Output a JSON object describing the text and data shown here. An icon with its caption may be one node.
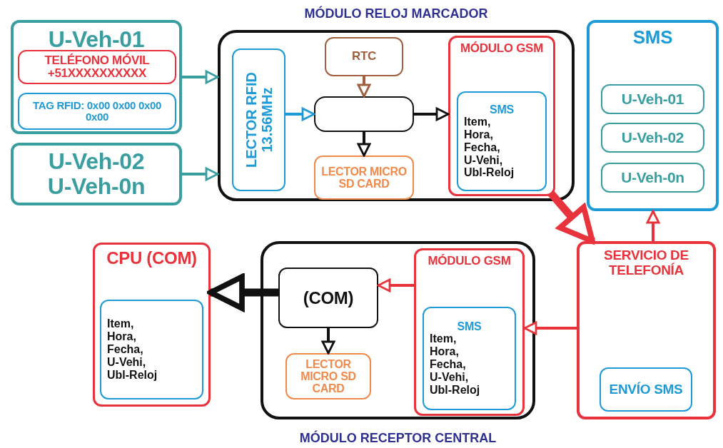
{
  "diagram": {
    "nodes": [
      {
        "text": [
          "U-Veh-01"
        ]
      },
      {
        "text": [
          "TELÉFONO MÓVIL +51XXXXXXXXXX"
        ],
        "in": 0
      },
      {
        "text": [
          "TAG RFID: 0x00 0x00 0x00 0x00"
        ],
        "in": 0
      },
      {
        "text": [
          "U-Veh-02",
          "U-Veh-0n"
        ]
      },
      {
        "text": [
          "MÓDULO RELOJ MARCADOR"
        ]
      },
      {
        "text": [
          "LECTOR RFID 13.56MHz"
        ],
        "in": 4
      },
      {
        "text": [
          "RTC"
        ],
        "in": 4
      },
      {
        "text": [],
        "shape": "box",
        "in": 4
      },
      {
        "text": [
          "LECTOR MICRO SD CARD"
        ],
        "in": 4
      },
      {
        "text": [
          "MÓDULO GSM"
        ],
        "in": 4
      },
      {
        "text": [
          "SMS",
          "Item, Hora, Fecha, U-Vehi, Ubl-Reloj"
        ],
        "in": 9
      },
      {
        "text": [
          "SMS"
        ]
      },
      {
        "text": [
          "U-Veh-01"
        ],
        "in": 11
      },
      {
        "text": [
          "U-Veh-02"
        ],
        "in": 11
      },
      {
        "text": [
          "U-Veh-0n"
        ],
        "in": 11
      },
      {
        "text": [
          "CPU (COM)"
        ]
      },
      {
        "text": [
          "Item, Hora, Fecha, U-Vehi, Ubl-Reloj"
        ],
        "in": 15
      },
      {
        "text": [
          "MÓDULO RECEPTOR CENTRAL"
        ]
      },
      {
        "text": [
          "(COM)"
        ],
        "in": 17
      },
      {
        "text": [
          "LECTOR MICRO SD CARD"
        ],
        "in": 17
      },
      {
        "text": [
          "MÓDULO GSM"
        ],
        "in": 17
      },
      {
        "text": [
          "SMS",
          "Item, Hora, Fecha, U-Vehi, Ubl-Reloj"
        ],
        "in": 20
      },
      {
        "text": [
          "SERVICIO DE TELEFONÍA"
        ]
      },
      {
        "text": [
          "ENVÍO SMS"
        ],
        "in": 22
      }
    ],
    "edges": [
      {
        "from": 0,
        "to": 4,
        "arrow": "to",
        "color": "#3a9ea0"
      },
      {
        "from": 3,
        "to": 4,
        "arrow": "to",
        "color": "#3a9ea0"
      },
      {
        "from": 5,
        "to": 7,
        "arrow": "to",
        "color": "#1e9ad6"
      },
      {
        "from": 6,
        "to": 7,
        "arrow": "to",
        "color": "#a0603f"
      },
      {
        "from": 7,
        "to": 8,
        "arrow": "to",
        "color": "#111111"
      },
      {
        "from": 7,
        "to": 9,
        "arrow": "to",
        "color": "#111111"
      },
      {
        "from": 9,
        "to": 22,
        "arrow": "to",
        "color": "#e8323c",
        "style": "thick"
      },
      {
        "from": 22,
        "to": 11,
        "arrow": "to",
        "color": "#e8323c"
      },
      {
        "from": 22,
        "to": 20,
        "arrow": "to",
        "color": "#e8323c"
      },
      {
        "from": 20,
        "to": 18,
        "arrow": "to",
        "color": "#e8323c"
      },
      {
        "from": 18,
        "to": 19,
        "arrow": "to",
        "color": "#111111"
      },
      {
        "from": 18,
        "to": 15,
        "arrow": "to",
        "style": "thick",
        "color": "#111111"
      }
    ]
  }
}
